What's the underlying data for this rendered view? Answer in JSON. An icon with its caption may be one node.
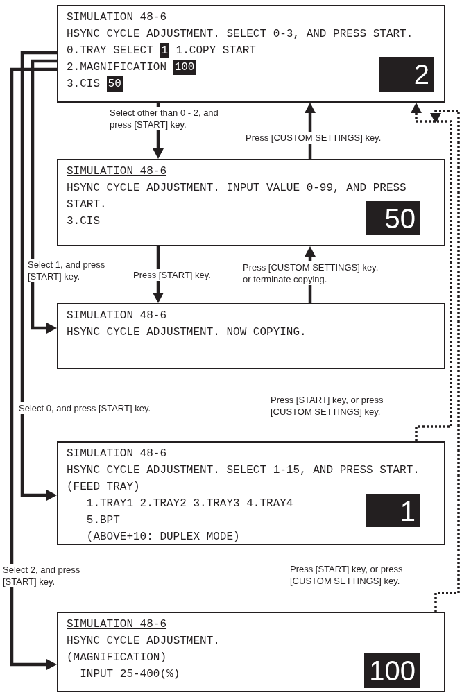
{
  "diagram": {
    "nodes": [
      {
        "text": [
          "SIMULATION 48-6",
          "HSYNC CYCLE ADJUSTMENT. SELECT 0-3, AND PRESS START.",
          "0.TRAY SELECT",
          "1",
          "1.COPY START",
          "2.MAGNIFICATION",
          "100",
          "3.CIS",
          "50",
          "2"
        ]
      },
      {
        "text": [
          "SIMULATION 48-6",
          "HSYNC CYCLE ADJUSTMENT. INPUT VALUE 0-99, AND PRESS START.",
          "3.CIS",
          "50"
        ]
      },
      {
        "text": [
          "SIMULATION 48-6",
          "HSYNC CYCLE ADJUSTMENT. NOW COPYING."
        ]
      },
      {
        "text": [
          "SIMULATION 48-6",
          "HSYNC CYCLE ADJUSTMENT. SELECT 1-15, AND PRESS START.",
          "(FEED TRAY)",
          "1.TRAY1 2.TRAY2 3.TRAY3 4.TRAY4",
          "5.BPT",
          "(ABOVE+10: DUPLEX MODE)",
          "1"
        ]
      },
      {
        "text": [
          "SIMULATION 48-6",
          "HSYNC CYCLE ADJUSTMENT.",
          "(MAGNIFICATION)",
          "INPUT 25-400(%)",
          "100"
        ]
      }
    ],
    "edges": [
      {
        "from": 0,
        "to": 1,
        "arrow": "to",
        "label": "Select other than 0 - 2, and press [START] key."
      },
      {
        "from": 1,
        "to": 0,
        "arrow": "to",
        "label": "Press [CUSTOM SETTINGS] key."
      },
      {
        "from": 1,
        "to": 2,
        "arrow": "to",
        "label": "Press [START] key."
      },
      {
        "from": 2,
        "to": 1,
        "arrow": "to",
        "label": "Press [CUSTOM SETTINGS] key, or terminate copying."
      },
      {
        "from": 0,
        "to": 2,
        "arrow": "to",
        "label": "Select 1, and press [START] key."
      },
      {
        "from": 0,
        "to": 3,
        "arrow": "to",
        "label": "Select 0, and press [START] key."
      },
      {
        "from": 0,
        "to": 4,
        "arrow": "to",
        "label": "Select 2, and press [START] key."
      },
      {
        "from": 3,
        "to": 0,
        "arrow": "to",
        "style": "dashed",
        "label": "Press [START] key, or press [CUSTOM SETTINGS] key."
      },
      {
        "from": 4,
        "to": 0,
        "arrow": "to",
        "style": "dashed",
        "label": "Press [START] key, or press [CUSTOM SETTINGS] key."
      }
    ]
  }
}
